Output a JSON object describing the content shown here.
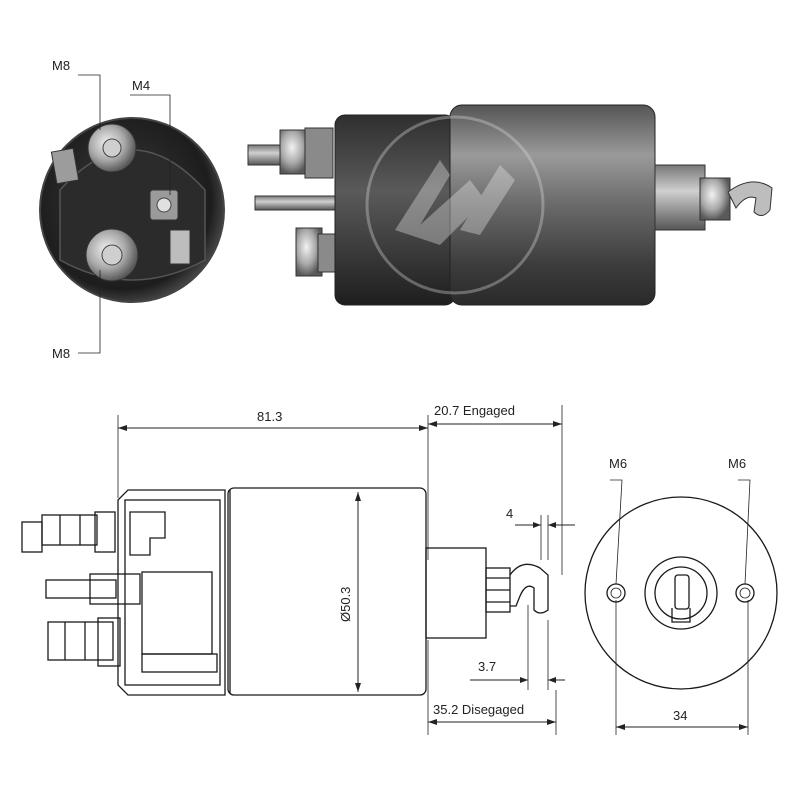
{
  "photo_labels": {
    "m8_top": "M8",
    "m4": "M4",
    "m8_bottom": "M8"
  },
  "dimensions": {
    "length": "81.3",
    "engaged": "20.7 Engaged",
    "disengaged": "35.2 Disegaged",
    "stroke_4": "4",
    "stroke_3_7": "3.7",
    "diameter": "Ø50.3",
    "bolt_spacing": "34",
    "m6_left": "M6",
    "m6_right": "M6"
  },
  "colors": {
    "metal_dark": "#3a3a3a",
    "metal_mid": "#6e6e6e",
    "metal_light": "#b5b5b5",
    "line": "#1a1a1a"
  }
}
